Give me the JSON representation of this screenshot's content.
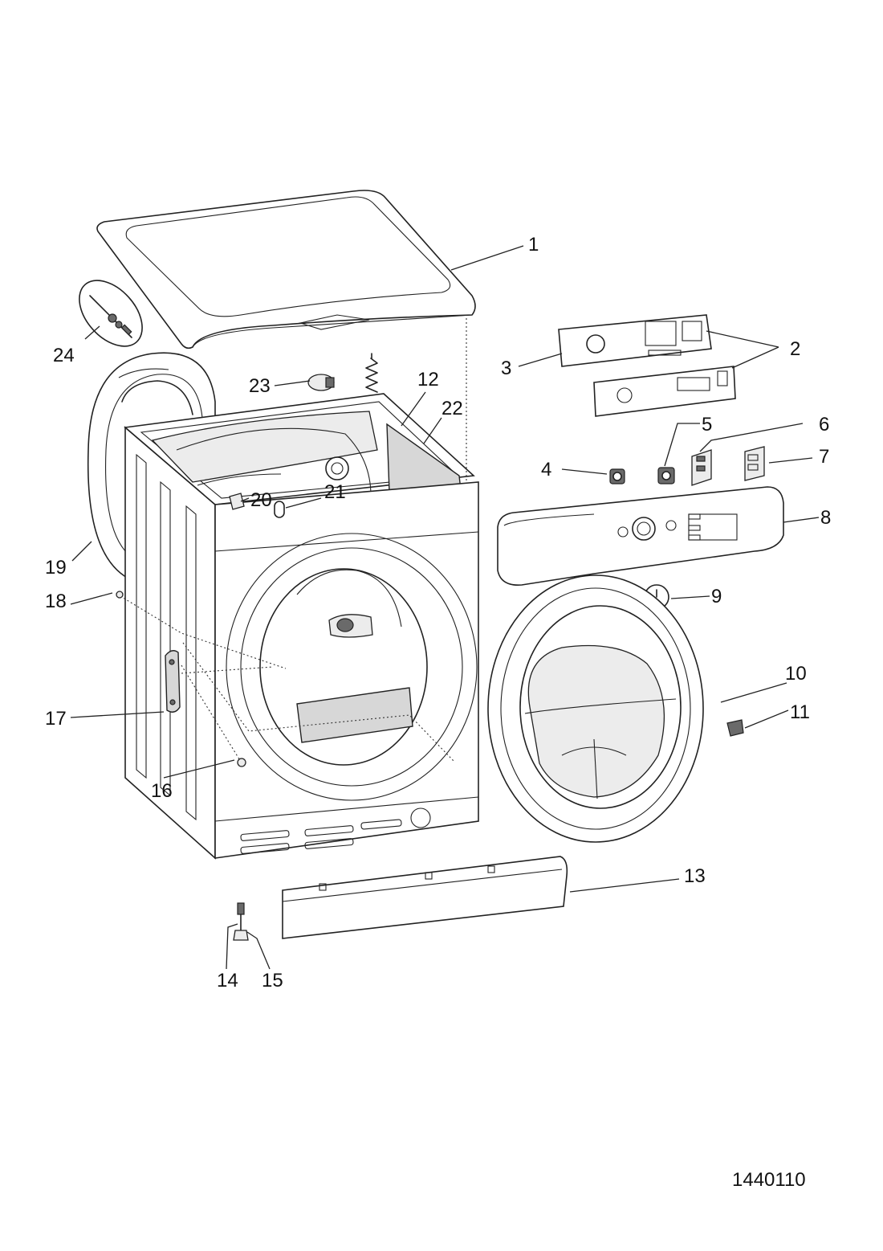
{
  "callouts": {
    "c1": "1",
    "c2": "2",
    "c3": "3",
    "c4": "4",
    "c5": "5",
    "c6": "6",
    "c7": "7",
    "c8": "8",
    "c9": "9",
    "c10": "10",
    "c11": "11",
    "c12": "12",
    "c13": "13",
    "c14": "14",
    "c15": "15",
    "c16": "16",
    "c17": "17",
    "c18": "18",
    "c19": "19",
    "c20": "20",
    "c21": "21",
    "c22": "22",
    "c23": "23",
    "c24": "24"
  },
  "document_number": "1440110"
}
